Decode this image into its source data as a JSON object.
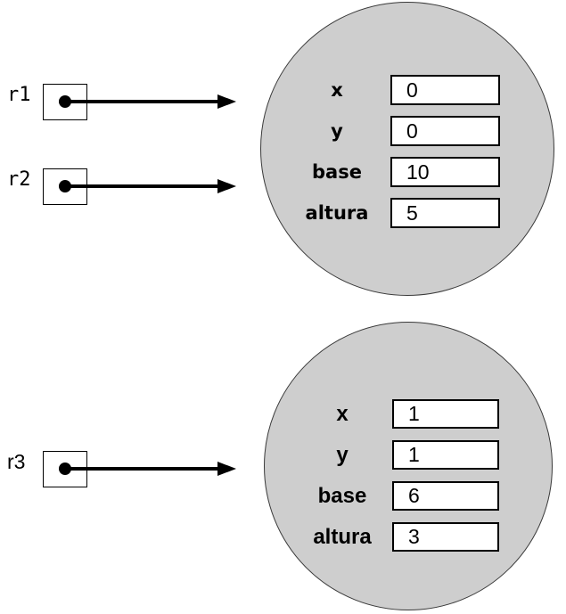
{
  "diagram": {
    "description": "Object reference diagram: three reference variables pointing to two rectangle objects",
    "references": [
      {
        "label": "r1"
      },
      {
        "label": "r2"
      },
      {
        "label": "r3"
      }
    ],
    "objects": [
      {
        "fields": [
          {
            "name": "x",
            "value": "0"
          },
          {
            "name": "y",
            "value": "0"
          },
          {
            "name": "base",
            "value": "10"
          },
          {
            "name": "altura",
            "value": "5"
          }
        ]
      },
      {
        "fields": [
          {
            "name": "x",
            "value": "1"
          },
          {
            "name": "y",
            "value": "1"
          },
          {
            "name": "base",
            "value": "6"
          },
          {
            "name": "altura",
            "value": "3"
          }
        ]
      }
    ],
    "colors": {
      "object_fill": "#cecece",
      "object_border": "#3a3a3a",
      "value_box_fill": "#ffffff",
      "value_box_border": "#000000",
      "arrow": "#000000",
      "background": "#ffffff",
      "text": "#000000"
    }
  }
}
